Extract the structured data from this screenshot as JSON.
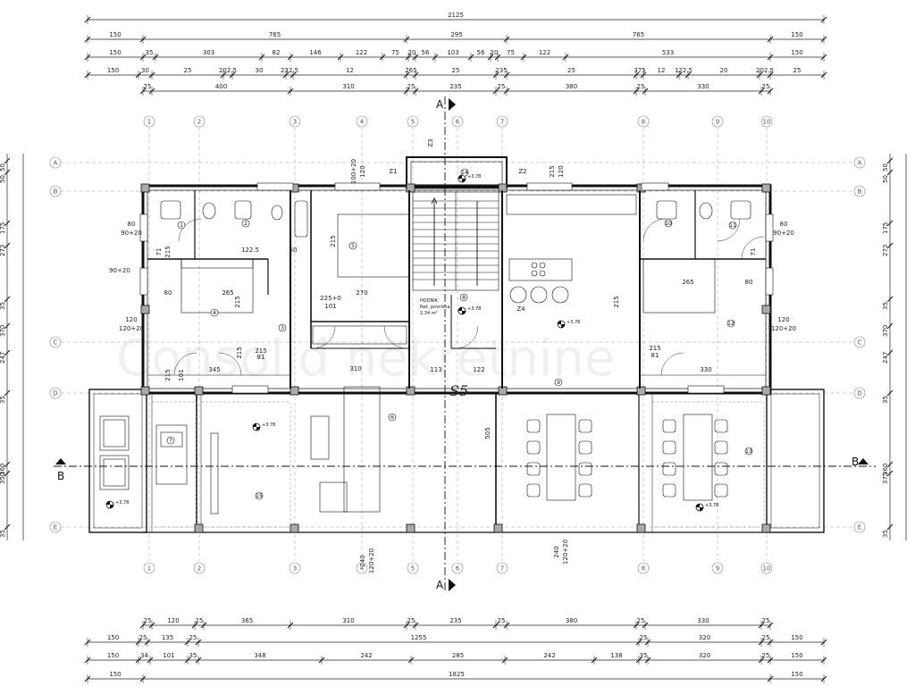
{
  "drawing": {
    "section_labels": [
      "A",
      "A",
      "B",
      "B"
    ],
    "stair_label": "S5",
    "watermark": "Consolid nekretnine",
    "corridor_note": [
      "HODNIK",
      "Net. površina",
      "2,34 m²"
    ],
    "level_mark": "+3.78"
  },
  "grid_axes": {
    "numbers": [
      "1",
      "2",
      "3",
      "4",
      "5",
      "6",
      "7",
      "8",
      "9",
      "10"
    ],
    "letters": [
      "A",
      "B",
      "C",
      "D",
      "E"
    ]
  },
  "top_dims": {
    "row1": [
      "2125"
    ],
    "row2": [
      "150",
      "765",
      "295",
      "765",
      "150"
    ],
    "row3": [
      "150",
      "35",
      "303",
      "82",
      "146",
      "122",
      "75",
      "20",
      "56",
      "103",
      "56",
      "20",
      "75",
      "122",
      "533",
      "150"
    ],
    "row4": [
      "150",
      "30",
      "25",
      "202.5",
      "30",
      "232.5",
      "12",
      "265",
      "25",
      "235",
      "25",
      "375",
      "12",
      "122.5",
      "20",
      "202.5",
      "25",
      "150"
    ],
    "row5": [
      "25",
      "400",
      "310",
      "25",
      "235",
      "25",
      "380",
      "25",
      "330",
      "25"
    ]
  },
  "bottom_dims": {
    "row1": [
      "25",
      "120",
      "25",
      "365",
      "310",
      "25",
      "235",
      "25",
      "380",
      "25",
      "330",
      "25"
    ],
    "row2": [
      "150",
      "25",
      "135",
      "25",
      "1255",
      "25",
      "320",
      "25",
      "150"
    ],
    "row3": [
      "150",
      "34",
      "101",
      "35",
      "348",
      "242",
      "285",
      "242",
      "138",
      "35",
      "320",
      "25",
      "150"
    ],
    "row4": [
      "150",
      "1825",
      "150"
    ]
  },
  "side_dims_left": [
    "50",
    "50",
    "175",
    "273",
    "35",
    "370",
    "247",
    "35",
    "360",
    "350",
    "35"
  ],
  "side_dims_right": [
    "50",
    "50",
    "175",
    "273",
    "35",
    "370",
    "247",
    "35",
    "360",
    "375",
    "35"
  ],
  "room_dims": [
    "80",
    "90+20",
    "80",
    "90+20",
    "120",
    "120+20",
    "120",
    "120+20",
    "265",
    "80",
    "265",
    "80",
    "122.5",
    "60",
    "270",
    "310",
    "345",
    "113",
    "122",
    "330",
    "215",
    "215",
    "215",
    "215",
    "505",
    "240",
    "120+20",
    "240",
    "120+20",
    "71",
    "215",
    "71",
    "215",
    "81",
    "215",
    "81",
    "215",
    "101",
    "225+0",
    "101",
    "215",
    "120",
    "100+20",
    "120",
    "90+20",
    "Z1",
    "Z2",
    "Z3",
    "Z4"
  ],
  "room_numbers": [
    "1",
    "2",
    "3",
    "4",
    "5",
    "6",
    "7",
    "8",
    "9",
    "10",
    "11",
    "12",
    "13",
    "14",
    "15"
  ]
}
